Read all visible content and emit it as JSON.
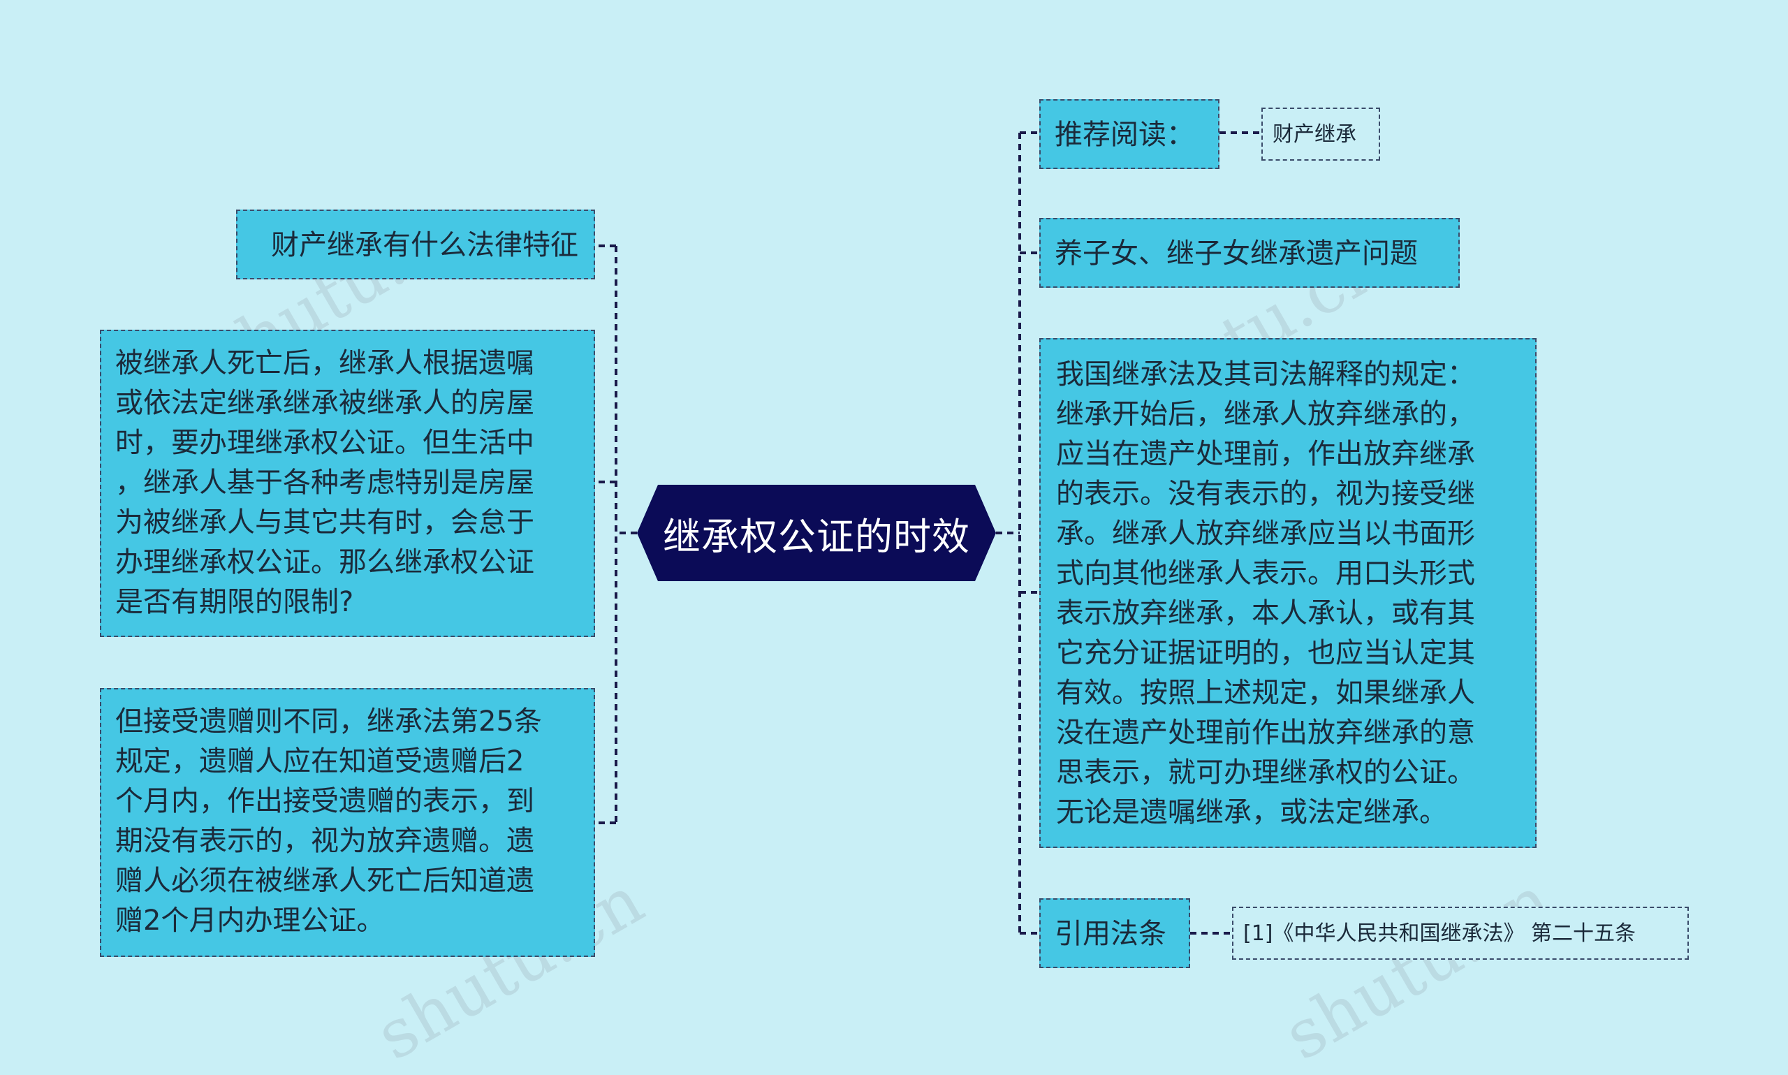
{
  "center": {
    "label": "继承权公证的时效"
  },
  "left": [
    {
      "id": "n-l1",
      "text": "财产继承有什么法律特征"
    },
    {
      "id": "n-l2",
      "text": "被继承人死亡后，继承人根据遗嘱\n或依法定继承继承被继承人的房屋\n时，要办理继承权公证。但生活中\n，继承人基于各种考虑特别是房屋\n为被继承人与其它共有时，会怠于\n办理继承权公证。那么继承权公证\n是否有期限的限制?"
    },
    {
      "id": "n-l3",
      "text": "但接受遗赠则不同，继承法第25条\n规定，遗赠人应在知道受遗赠后2\n个月内，作出接受遗赠的表示，到\n期没有表示的，视为放弃遗赠。遗\n赠人必须在被继承人死亡后知道遗\n赠2个月内办理公证。"
    }
  ],
  "right": [
    {
      "id": "n-r1",
      "text": "推荐阅读："
    },
    {
      "id": "n-r1c",
      "text": "财产继承"
    },
    {
      "id": "n-r2",
      "text": "养子女、继子女继承遗产问题"
    },
    {
      "id": "n-r3",
      "text": "我国继承法及其司法解释的规定：\n继承开始后，继承人放弃继承的，\n应当在遗产处理前，作出放弃继承\n的表示。没有表示的，视为接受继\n承。继承人放弃继承应当以书面形\n式向其他继承人表示。用口头形式\n表示放弃继承，本人承认，或有其\n它充分证据证明的，也应当认定其\n有效。按照上述规定，如果继承人\n没在遗产处理前作出放弃继承的意\n思表示，就可办理继承权的公证。\n无论是遗嘱继承，或法定继承。"
    },
    {
      "id": "n-r4",
      "text": "引用法条"
    },
    {
      "id": "n-r4c",
      "text": "[1]《中华人民共和国继承法》 第二十五条"
    }
  ],
  "watermark": "shutu.cn",
  "colors": {
    "background": "#c9eff6",
    "node_fill": "#45c7e4",
    "center_fill": "#0b0b57",
    "connector": "#1a1a4a"
  }
}
